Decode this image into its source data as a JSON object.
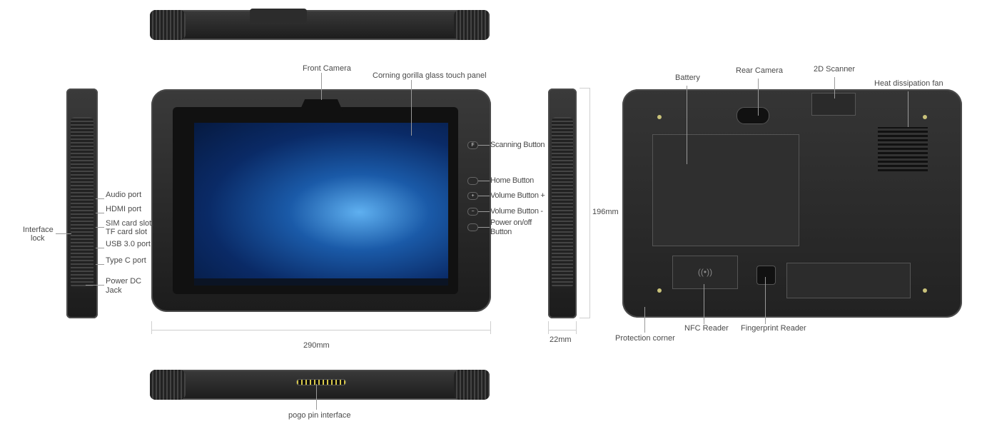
{
  "labels": {
    "front_camera": "Front Camera",
    "glass_panel": "Corning gorilla glass touch panel",
    "scanning_button": "Scanning Button",
    "home_button": "Home Button",
    "volume_up": "Volume Button +",
    "volume_down": "Volume Button -",
    "power_button_1": "Power on/off",
    "power_button_2": "Button",
    "audio_port": "Audio port",
    "hdmi_port": "HDMI port",
    "sim_slot_1": "SIM card slot,",
    "sim_slot_2": "TF card slot",
    "usb_port": "USB 3.0 port",
    "type_c_port": "Type C port",
    "power_dc_1": "Power DC",
    "power_dc_2": "Jack",
    "interface_lock_1": "Interface",
    "interface_lock_2": "lock",
    "battery": "Battery",
    "rear_camera": "Rear Camera",
    "scanner_2d": "2D Scanner",
    "heat_fan": "Heat dissipation fan",
    "protection_corner": "Protection corner",
    "nfc_reader": "NFC Reader",
    "fingerprint_reader": "Fingerprint Reader",
    "pogo_pin": "pogo pin interface"
  },
  "dimensions": {
    "width": "290mm",
    "height": "196mm",
    "depth": "22mm"
  },
  "buttons": {
    "scan": "F"
  }
}
